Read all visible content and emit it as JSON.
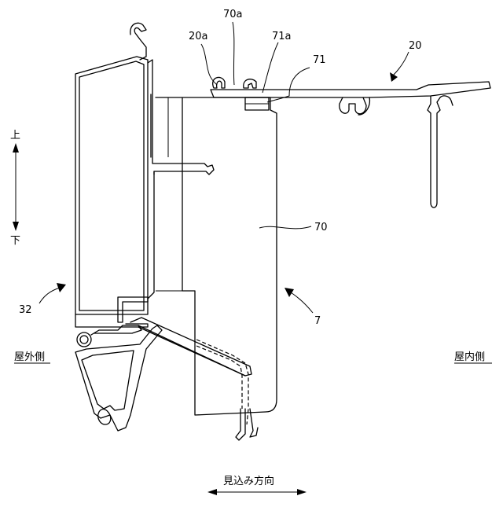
{
  "labels": {
    "ref_70a": "70a",
    "ref_20a": "20a",
    "ref_71a": "71a",
    "ref_71": "71",
    "ref_20": "20",
    "ref_70": "70",
    "ref_7": "7",
    "ref_32": "32",
    "up": "上",
    "down": "下",
    "outdoor_side": "屋外側",
    "indoor_side": "屋内側",
    "depth_direction": "見込み方向"
  }
}
